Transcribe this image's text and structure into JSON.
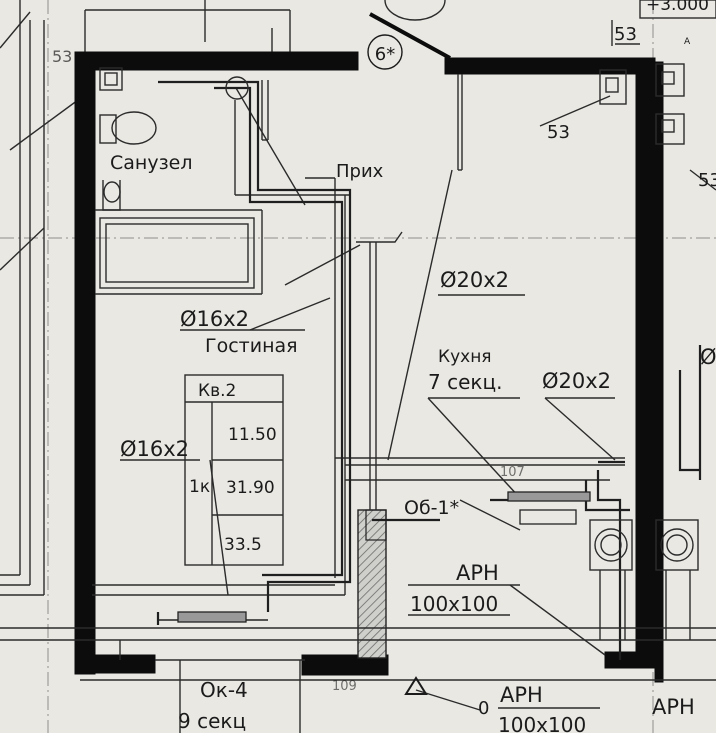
{
  "labels": {
    "room_number_6": "6*",
    "room_number_top_right": "+3.000",
    "dim_53_top_left": "53",
    "dim_53_top_right": "53",
    "dim_53_right": "53",
    "dim_53_far_right": "53",
    "letter_a": "A",
    "bathroom": "Санузел",
    "hall": "Прих",
    "living_room": "Гостиная",
    "kitchen": "Кухня",
    "kitchen_sections": "7 секц.",
    "apt_number": "Кв.2",
    "area_1": "11.50",
    "rooms_1k": "1к",
    "area_2": "31.90",
    "area_3": "33.5",
    "pipe_living": "Ø16x2",
    "pipe_living_lower": "Ø16x2",
    "pipe_center": "Ø20x2",
    "pipe_kitchen": "Ø20x2",
    "pipe_far_right_partial": "Ø",
    "dim_107": "107",
    "dim_109": "109",
    "radiator_ob1": "Об-1*",
    "arn_1_title": "АРН",
    "arn_1_size": "100x100",
    "arn_2_title": "АРН",
    "arn_2_size": "100x100",
    "arn_3_title": "АРН",
    "radiator_ok4": "Ок-4",
    "radiator_ok4_sections": "9 секц",
    "marker_0": "0"
  },
  "colors": {
    "paper": "#e9e8e3",
    "ink": "#111111",
    "wall": "#0c0c0c",
    "hatch": "#6a6a6a"
  }
}
